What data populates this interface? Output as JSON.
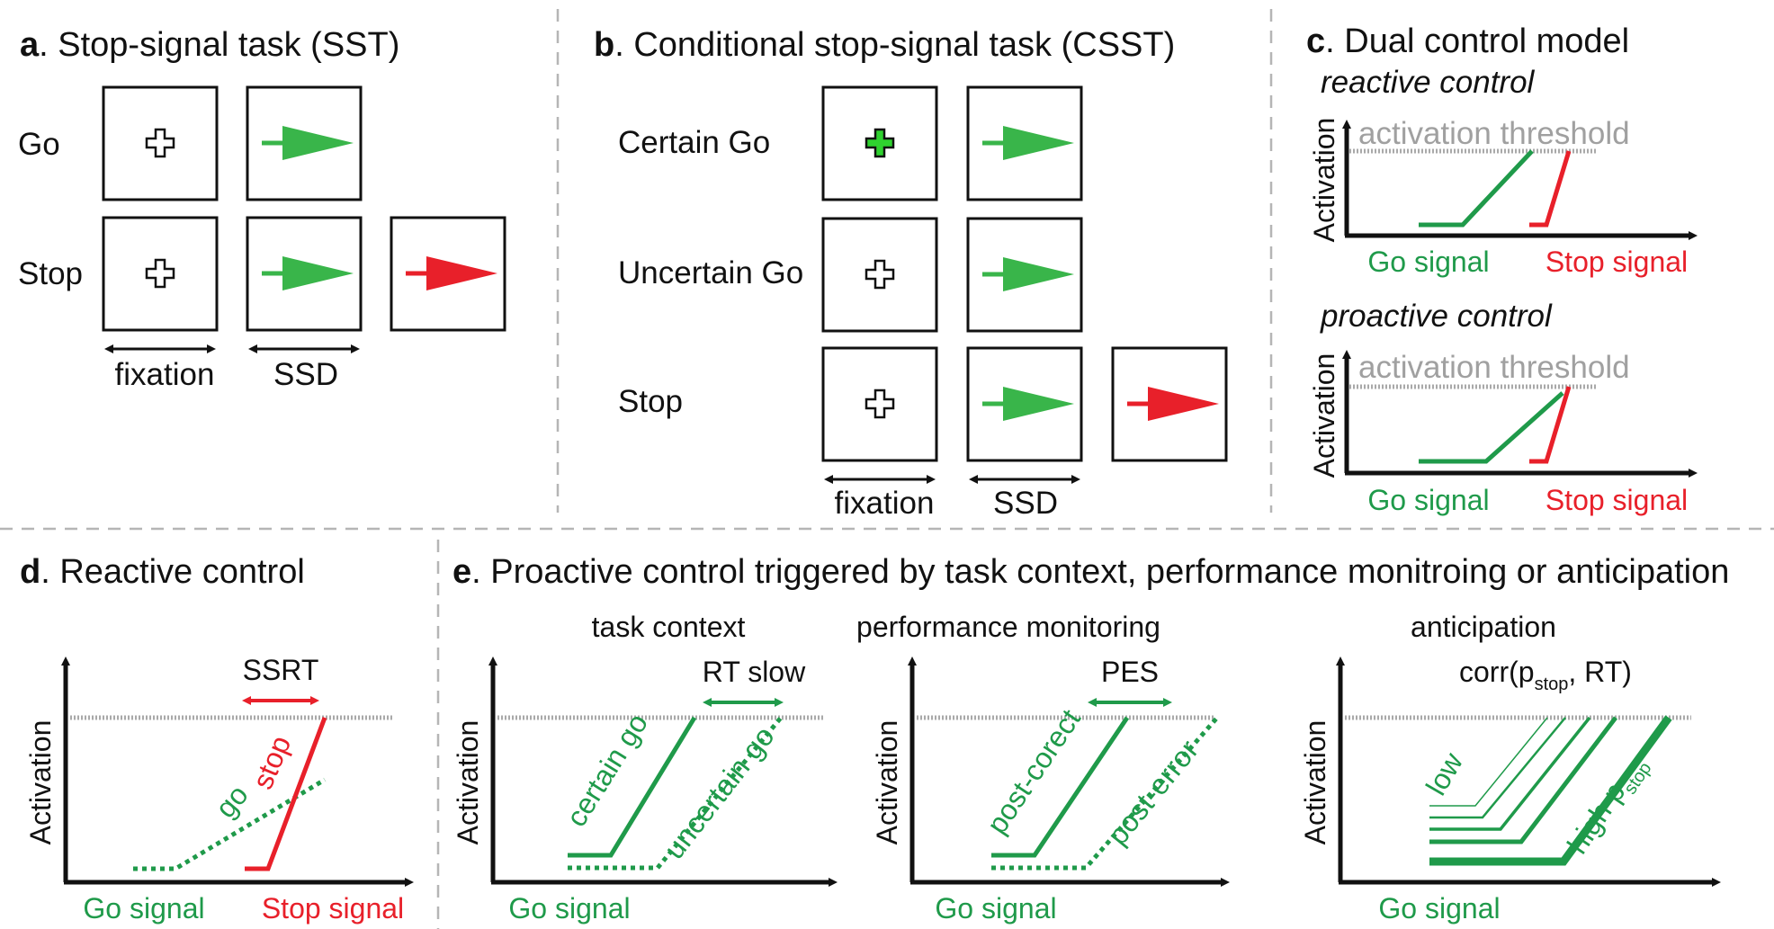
{
  "colors": {
    "green": "#1f9a4a",
    "arrow_green": "#39b54a",
    "red": "#e8202a",
    "threshold_grey": "#a9a9a9"
  },
  "panel_a": {
    "letter": "a",
    "title": ". Stop-signal task (SST)",
    "row_go": "Go",
    "row_stop": "Stop",
    "fixation": "fixation",
    "ssd": "SSD"
  },
  "panel_b": {
    "letter": "b",
    "title": ". Conditional stop-signal task (CSST)",
    "row_certain": "Certain Go",
    "row_uncertain": "Uncertain Go",
    "row_stop": "Stop",
    "fixation": "fixation",
    "ssd": "SSD"
  },
  "panel_c": {
    "letter": "c",
    "title": ". Dual control model",
    "reactive": "reactive control",
    "proactive": "proactive control",
    "threshold": "activation threshold",
    "ylabel": "Activation",
    "go": "Go signal",
    "stop": "Stop signal"
  },
  "panel_d": {
    "letter": "d",
    "title": ". Reactive control",
    "ssrt": "SSRT",
    "go_word": "go",
    "stop_word": "stop",
    "ylabel": "Activation",
    "go": "Go signal",
    "stop": "Stop signal"
  },
  "panel_e": {
    "letter": "e",
    "title": ". Proactive control triggered by task context, performance monitroing or anticipation",
    "ylabel": "Activation",
    "go": "Go signal",
    "sub1": {
      "title": "task context",
      "measure": "RT slow",
      "solid": "certain go",
      "dotted": "uncertain go"
    },
    "sub2": {
      "title": "performance monitoring",
      "measure": "PES",
      "solid": "post-corect",
      "dotted": "post-error"
    },
    "sub3": {
      "title": "anticipation",
      "corr_pre": "corr(p",
      "corr_sub": "stop",
      "corr_post": ", RT)",
      "low": "low",
      "high_pre": "high p",
      "high_sub": "stop"
    }
  }
}
